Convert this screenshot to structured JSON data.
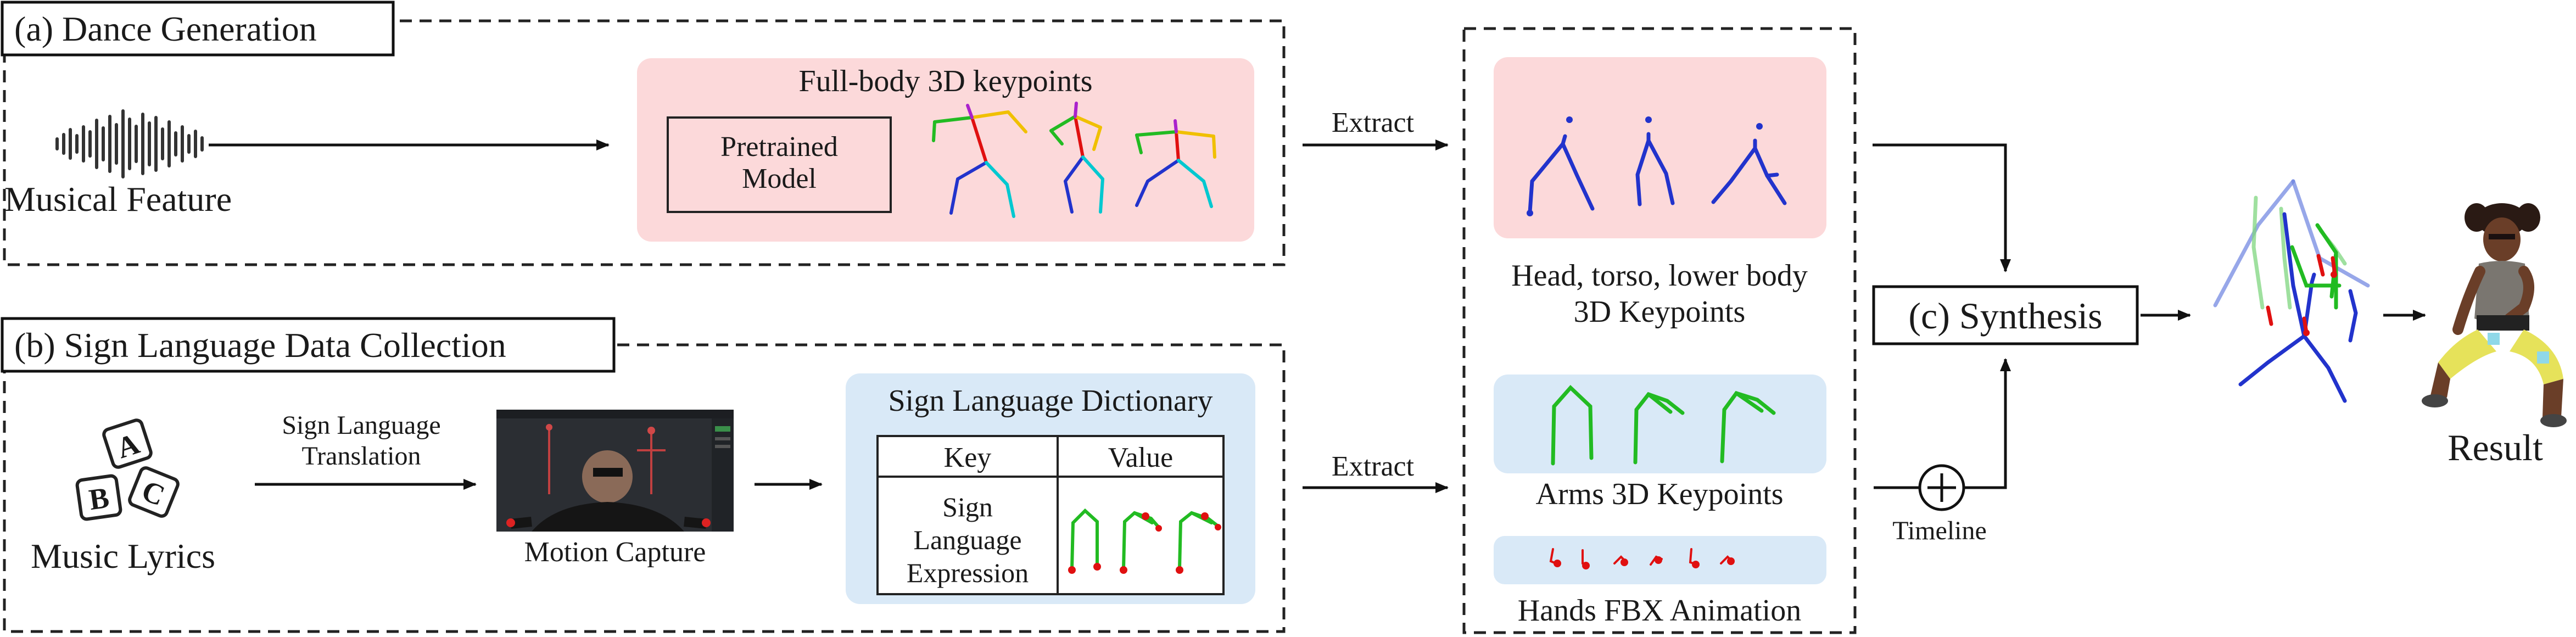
{
  "sections": {
    "dance": {
      "title": "(a) Dance Generation",
      "input_label": "Musical Feature",
      "panel_title": "Full-body 3D keypoints",
      "model_line1": "Pretrained",
      "model_line2": "Model"
    },
    "sign": {
      "title": "(b) Sign Language Data Collection",
      "lyrics_label": "Music Lyrics",
      "lyrics_letters": [
        "A",
        "B",
        "C"
      ],
      "translation_line1": "Sign Language",
      "translation_line2": "Translation",
      "capture_label": "Motion Capture",
      "dictionary": {
        "title": "Sign Language Dictionary",
        "col_key": "Key",
        "col_value": "Value",
        "key_lines": [
          "Sign",
          "Language",
          "Expression"
        ]
      }
    },
    "extract_label": "Extract",
    "keypoints": {
      "head_line1": "Head, torso, lower body",
      "head_line2": "3D Keypoints",
      "arms_label": "Arms 3D Keypoints",
      "hands_label": "Hands FBX Animation"
    },
    "synthesis_label": "(c) Synthesis",
    "timeline_label": "Timeline",
    "result_label": "Result"
  },
  "colors": {
    "pink_panel": "#fcd9da",
    "blue_panel": "#d9e9f7",
    "skeleton_blue": "#2233cc",
    "skeleton_green": "#22bb22",
    "skeleton_red": "#e01010",
    "skeleton_yellow": "#f0c000",
    "skeleton_cyan": "#00c8d0"
  }
}
